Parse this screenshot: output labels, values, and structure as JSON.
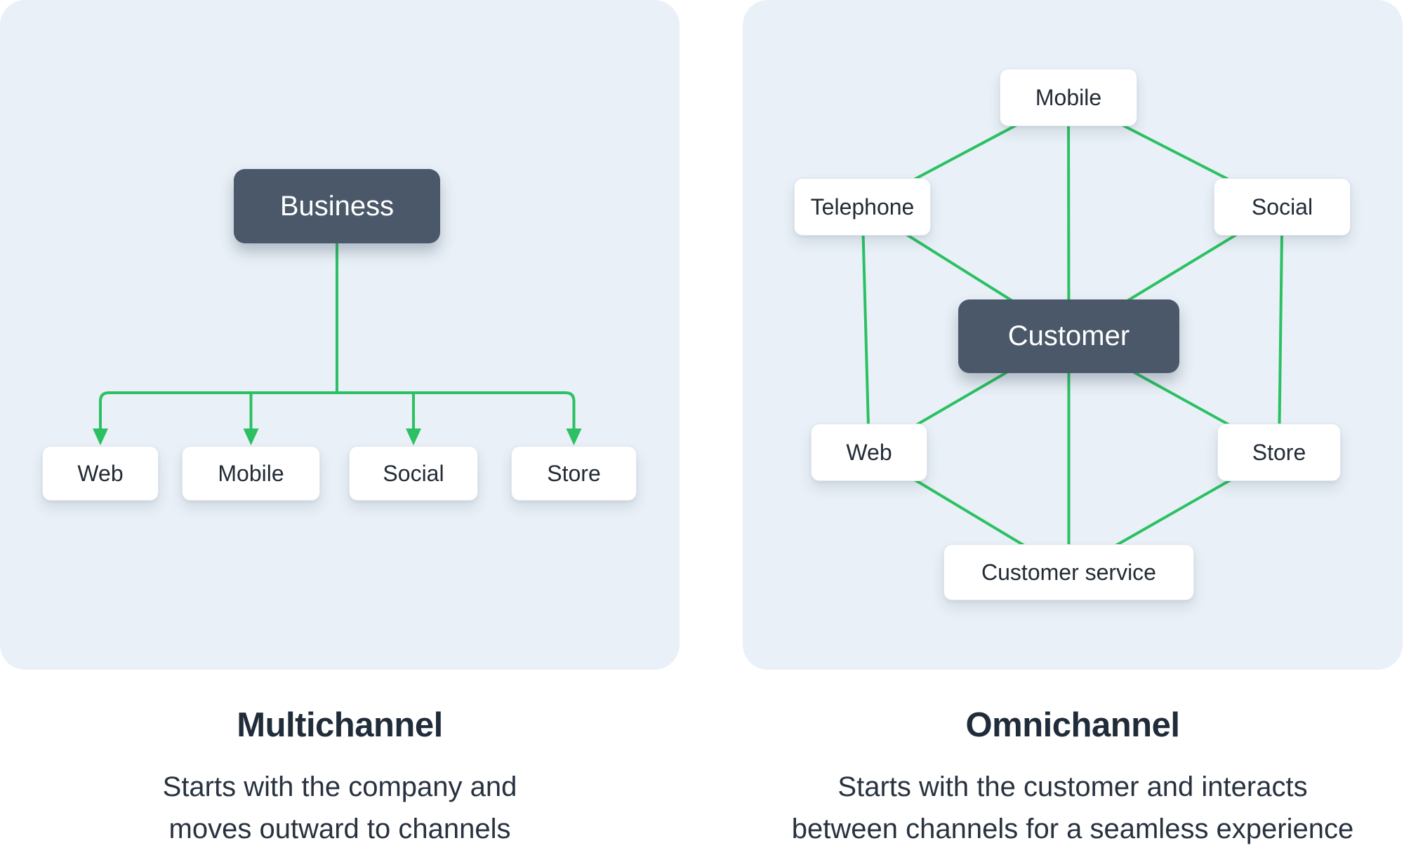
{
  "colors": {
    "page_bg": "#ffffff",
    "panel_bg": "#e9f0f7",
    "node_bg": "#ffffff",
    "node_border": "#e3e8ef",
    "node_text": "#222b36",
    "dark_node_bg": "#4a5869",
    "dark_node_text": "#ffffff",
    "connector": "#2bc162",
    "title_text": "#212c3a",
    "description_text": "#28323f"
  },
  "multichannel": {
    "title": "Multichannel",
    "description": "Starts with the company and moves outward to channels",
    "root": {
      "id": "business",
      "label": "Business"
    },
    "channels": [
      {
        "id": "web",
        "label": "Web"
      },
      {
        "id": "mobile",
        "label": "Mobile"
      },
      {
        "id": "social",
        "label": "Social"
      },
      {
        "id": "store",
        "label": "Store"
      }
    ]
  },
  "omnichannel": {
    "title": "Omnichannel",
    "description": "Starts with the customer and interacts between channels for a seamless experience",
    "center": {
      "id": "customer",
      "label": "Customer"
    },
    "nodes": [
      {
        "id": "mobile",
        "label": "Mobile"
      },
      {
        "id": "telephone",
        "label": "Telephone"
      },
      {
        "id": "social",
        "label": "Social"
      },
      {
        "id": "web",
        "label": "Web"
      },
      {
        "id": "store",
        "label": "Store"
      },
      {
        "id": "customer-service",
        "label": "Customer service"
      }
    ],
    "connections": [
      [
        "mobile",
        "telephone"
      ],
      [
        "mobile",
        "customer"
      ],
      [
        "mobile",
        "social"
      ],
      [
        "telephone",
        "customer"
      ],
      [
        "social",
        "customer"
      ],
      [
        "telephone",
        "web"
      ],
      [
        "social",
        "store"
      ],
      [
        "customer",
        "web"
      ],
      [
        "customer",
        "store"
      ],
      [
        "customer",
        "customer-service"
      ],
      [
        "web",
        "customer-service"
      ],
      [
        "store",
        "customer-service"
      ]
    ]
  }
}
